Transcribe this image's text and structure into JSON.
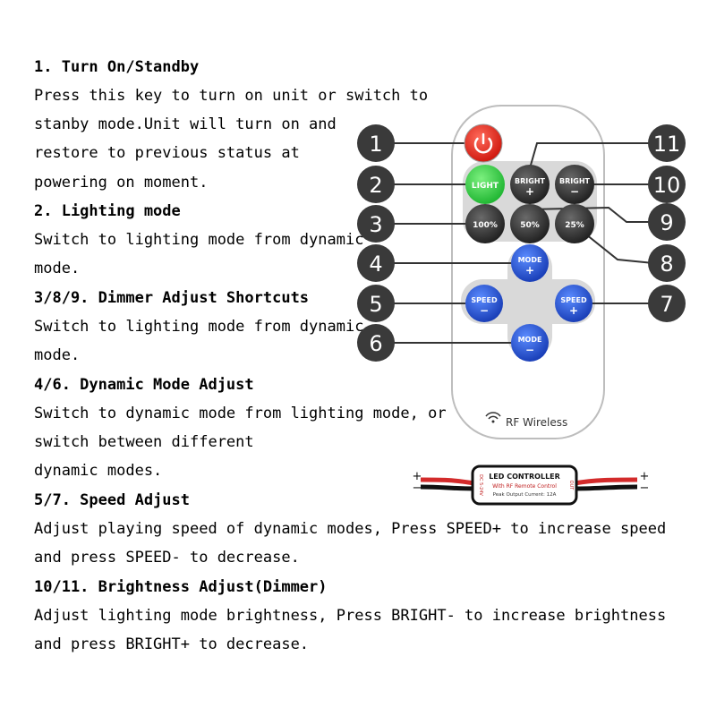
{
  "instructions": [
    {
      "id": "l1",
      "text": "1. Turn On/Standby",
      "heading": true
    },
    {
      "id": "l2",
      "text": "Press this key to turn on unit or switch to",
      "heading": false
    },
    {
      "id": "l3",
      "text": "stanby mode.Unit will turn on and",
      "heading": false
    },
    {
      "id": "l4",
      "text": "restore to previous status at",
      "heading": false
    },
    {
      "id": "l5",
      "text": "powering on moment.",
      "heading": false
    },
    {
      "id": "l6",
      "text": "2. Lighting mode",
      "heading": true
    },
    {
      "id": "l7",
      "text": "Switch to lighting mode from dynamic",
      "heading": false
    },
    {
      "id": "l8",
      "text": "mode.",
      "heading": false
    },
    {
      "id": "l9",
      "text": "3/8/9. Dimmer Adjust Shortcuts",
      "heading": true
    },
    {
      "id": "l10",
      "text": "Switch to lighting mode from dynamic",
      "heading": false
    },
    {
      "id": "l11",
      "text": "mode.",
      "heading": false
    },
    {
      "id": "l12",
      "text": "4/6. Dynamic Mode Adjust",
      "heading": true
    },
    {
      "id": "l13",
      "text": "Switch to dynamic mode from lighting mode, or",
      "heading": false
    },
    {
      "id": "l14",
      "text": "switch between different",
      "heading": false
    },
    {
      "id": "l15",
      "text": "dynamic modes.",
      "heading": false
    },
    {
      "id": "l16",
      "text": "5/7. Speed Adjust",
      "heading": true
    },
    {
      "id": "l17",
      "text": "Adjust playing speed of dynamic modes, Press SPEED+ to increase speed",
      "heading": false
    },
    {
      "id": "l18",
      "text": "and press SPEED- to decrease.",
      "heading": false
    },
    {
      "id": "l19",
      "text": "10/11. Brightness Adjust(Dimmer)",
      "heading": true
    },
    {
      "id": "l20",
      "text": "Adjust lighting mode brightness, Press BRIGHT- to increase brightness",
      "heading": false
    },
    {
      "id": "l21",
      "text": "and press BRIGHT+ to decrease.",
      "heading": false
    }
  ],
  "callouts": [
    "1",
    "2",
    "3",
    "4",
    "5",
    "6",
    "7",
    "8",
    "9",
    "10",
    "11"
  ],
  "remote": {
    "buttons": {
      "light": "LIGHT",
      "bright_plus": [
        "BRIGHT",
        "+"
      ],
      "bright_minus": [
        "BRIGHT",
        "−"
      ],
      "p100": "100%",
      "p50": "50%",
      "p25": "25%",
      "mode_plus": [
        "MODE",
        "+"
      ],
      "speed_minus": [
        "SPEED",
        "−"
      ],
      "speed_plus": [
        "SPEED",
        "+"
      ],
      "mode_minus": [
        "MODE",
        "−"
      ]
    },
    "footer_label": "RF Wireless",
    "colors": {
      "power": "#e02020",
      "light": "#39d24a",
      "blue": "#1f4fd0",
      "gray": "#3a3a3a"
    }
  },
  "controller": {
    "title": "LED CONTROLLER",
    "subtitle": "With RF Remote Control",
    "spec": "Peak Output Current: 12A",
    "left_side": "DC 5-24V",
    "right_side": "OUT",
    "left_terminal": [
      "+",
      "−"
    ],
    "right_terminal": [
      "+",
      "−"
    ]
  }
}
